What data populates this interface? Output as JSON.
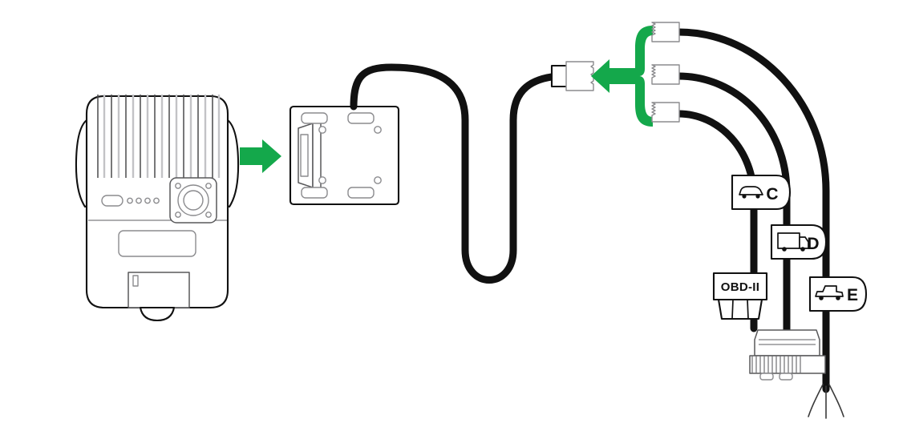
{
  "diagram": {
    "title": "Dashcam and OBD-II wiring harness installation diagram",
    "background_color": "#ffffff",
    "accent_color": "#14a84b",
    "line_color": "#111111"
  },
  "device": {
    "name": "dashcam-camera-unit",
    "description": "Dash camera body with finned top housing, lens module, status LEDs and card slot",
    "fin_count": 15,
    "led_count": 4
  },
  "bracket": {
    "name": "mounting-bracket",
    "description": "Rear mounting bracket plate with connector port, four slots and four screw holes",
    "slot_count": 4,
    "screw_hole_count": 4
  },
  "arrows": {
    "install_arrow": {
      "name": "install-direction-arrow",
      "direction": "right",
      "color": "#14a84b"
    },
    "select_arrow": {
      "name": "harness-select-arrow",
      "direction": "left",
      "color": "#14a84b",
      "description": "Green brace converging three harness options into one main cable connector"
    }
  },
  "main_cable": {
    "name": "main-power-cable",
    "connector_label": "",
    "description": "Cable routed from the bracket in an S-curve to the harness connector"
  },
  "harness_options": [
    {
      "id": "C",
      "label": "C",
      "icon": "car-icon",
      "icon_description": "compact passenger car",
      "terminates_in": "OBD-II",
      "connector_label": "OBD-II"
    },
    {
      "id": "D",
      "label": "D",
      "icon": "truck-icon",
      "icon_description": "box truck",
      "terminates_in": "round-multipin-connector",
      "connector_label": ""
    },
    {
      "id": "E",
      "label": "E",
      "icon": "classic-car-icon",
      "icon_description": "vintage classic car",
      "terminates_in": "bare-wire-leads",
      "connector_label": ""
    }
  ],
  "connectors": {
    "obd_ii": {
      "name": "obd-ii-connector",
      "label": "OBD-II",
      "pin_segments": 3
    },
    "round_multipin": {
      "name": "round-multipin-connector",
      "label": ""
    },
    "bare_leads": {
      "name": "bare-wire-leads",
      "label": "",
      "lead_count": 3
    },
    "harness_plug_count": 3,
    "plug_label": ""
  }
}
